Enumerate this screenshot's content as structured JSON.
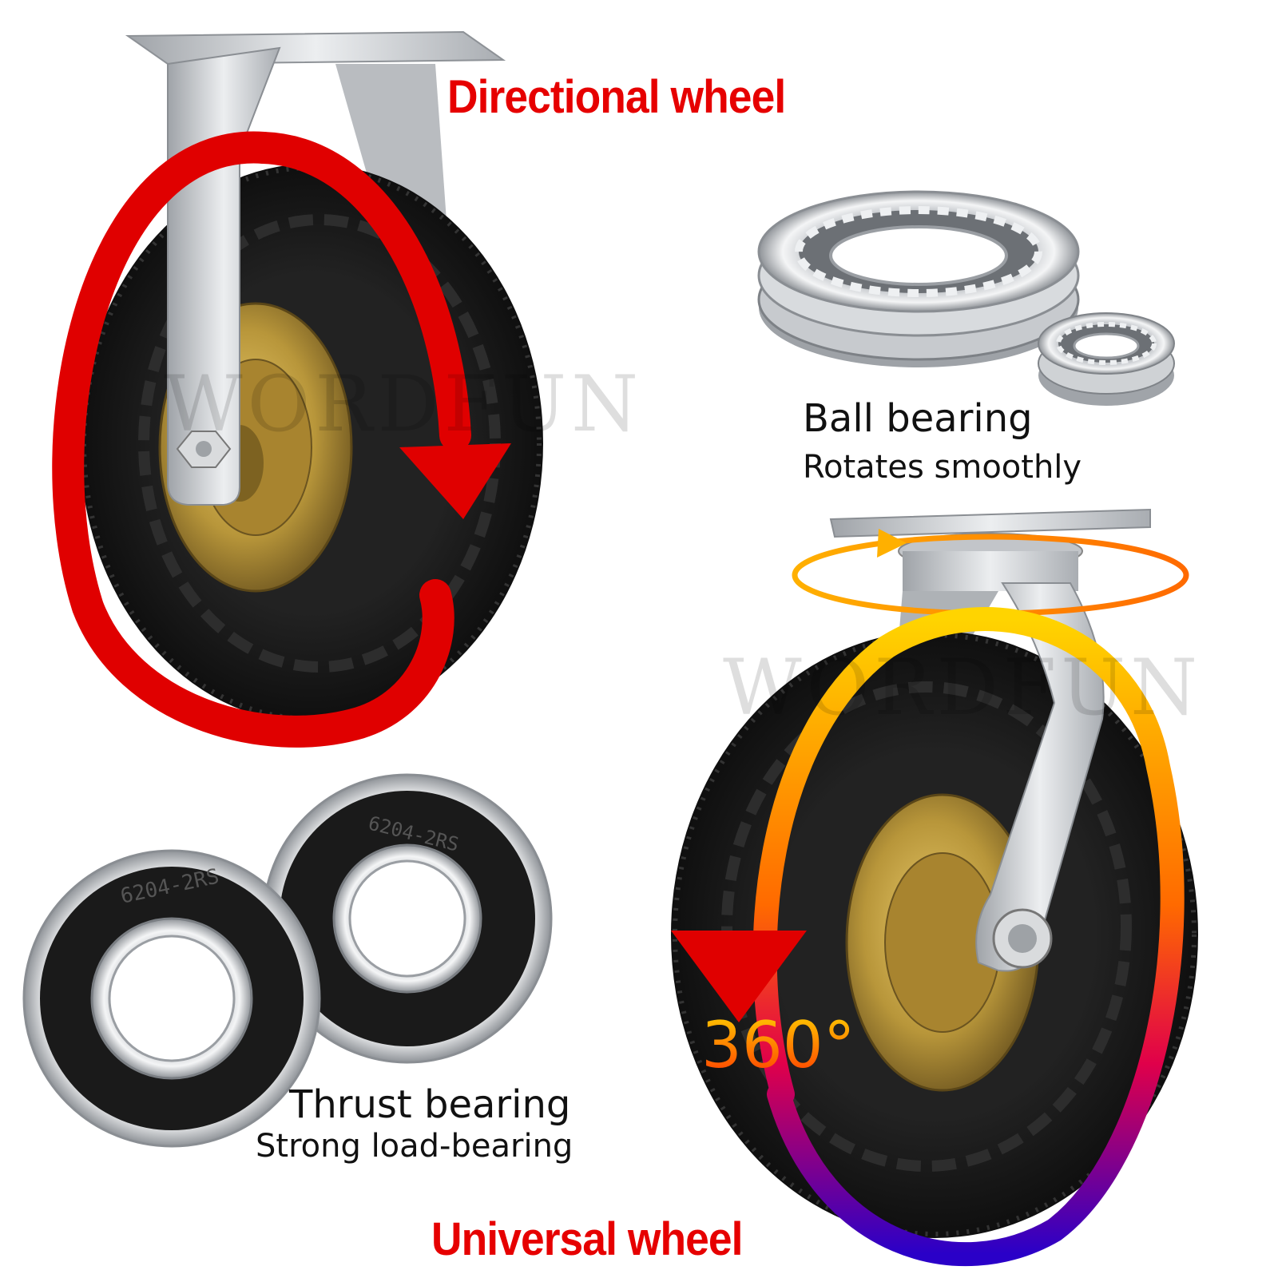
{
  "titles": {
    "directional": "Directional wheel",
    "universal": "Universal wheel"
  },
  "ball_bearing": {
    "title": "Ball bearing",
    "subtitle": "Rotates smoothly"
  },
  "thrust_bearing": {
    "title": "Thrust bearing",
    "subtitle": "Strong load-bearing",
    "part_number": "6204-2RS"
  },
  "rotation": {
    "angle_label": "360°"
  },
  "watermark": "WORDFUN",
  "colors": {
    "title_red": "#e60000",
    "arrow_red": "#e00000",
    "gradient_yellow": "#ffd400",
    "gradient_orange": "#ff7a00",
    "gradient_blue": "#2a00c8",
    "tire_black": "#141414",
    "hub_gold": "#b8963a",
    "steel": "#d7d9dc"
  }
}
